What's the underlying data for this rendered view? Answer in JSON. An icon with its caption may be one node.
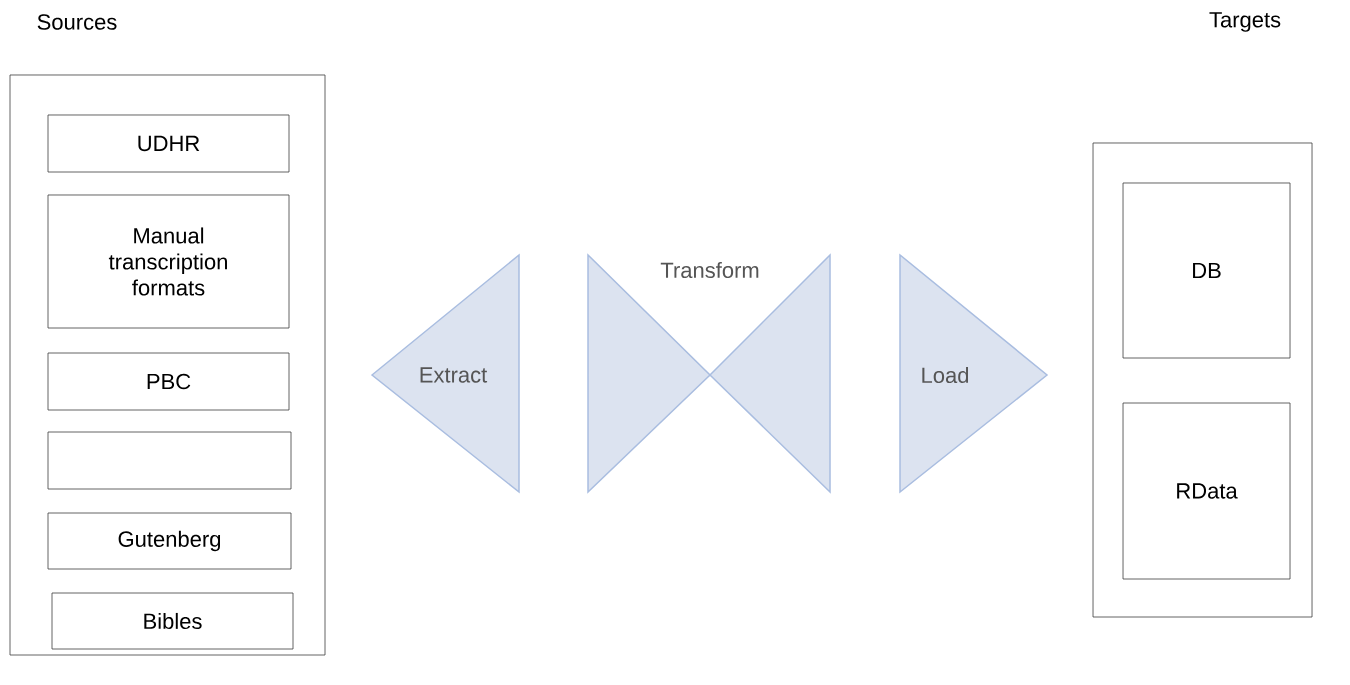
{
  "diagram": {
    "nodes": [
      {
        "text": [],
        "shape": "box"
      },
      {
        "text": [
          "UDHR"
        ],
        "in": 0
      },
      {
        "text": [
          "Manual transcription formats"
        ],
        "in": 0
      },
      {
        "text": [
          "PBC"
        ],
        "in": 0
      },
      {
        "text": [],
        "shape": "box",
        "in": 0
      },
      {
        "text": [
          "Gutenberg"
        ],
        "in": 0
      },
      {
        "text": [
          "Bibles"
        ],
        "in": 0
      },
      {
        "text": [
          "Extract"
        ]
      },
      {
        "text": [
          "Transform"
        ]
      },
      {
        "text": [
          "Load"
        ]
      },
      {
        "text": [],
        "shape": "box"
      },
      {
        "text": [
          "DB"
        ],
        "in": 10
      },
      {
        "text": [
          "RData"
        ],
        "in": 10
      }
    ],
    "labels": [
      "Sources",
      "Targets"
    ]
  }
}
